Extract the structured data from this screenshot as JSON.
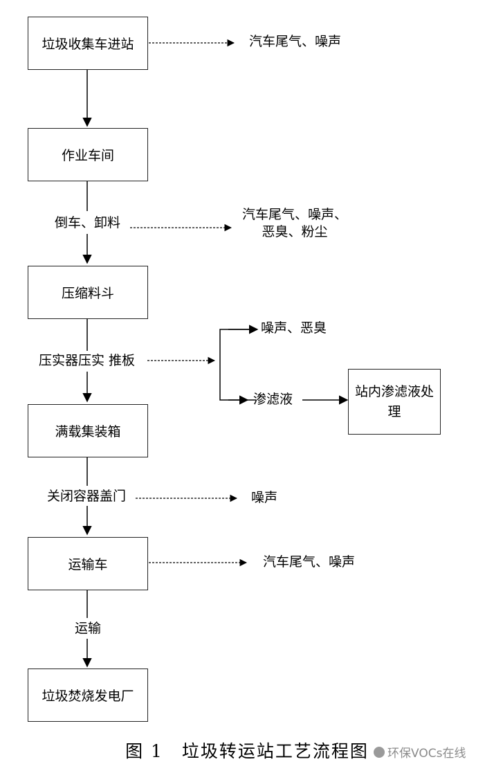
{
  "flow": {
    "steps": [
      "垃圾收集车进站",
      "作业车间",
      "压缩料斗",
      "满载集装箱",
      "运输车",
      "垃圾焚烧发电厂"
    ],
    "operations": [
      "倒车、卸料",
      "压实器压实 推板",
      "关闭容器盖门",
      "运输"
    ],
    "emissions": {
      "e1": "汽车尾气、噪声",
      "e2_line1": "汽车尾气、噪声、",
      "e2_line2": "恶臭、粉尘",
      "e3": "噪声、恶臭",
      "e4": "渗滤液",
      "e5": "噪声",
      "e6": "汽车尾气、噪声"
    },
    "treatment_line1": "站内渗滤液处",
    "treatment_line2": "理"
  },
  "caption": "图 1　垃圾转运站工艺流程图",
  "watermark": "环保VOCs在线"
}
